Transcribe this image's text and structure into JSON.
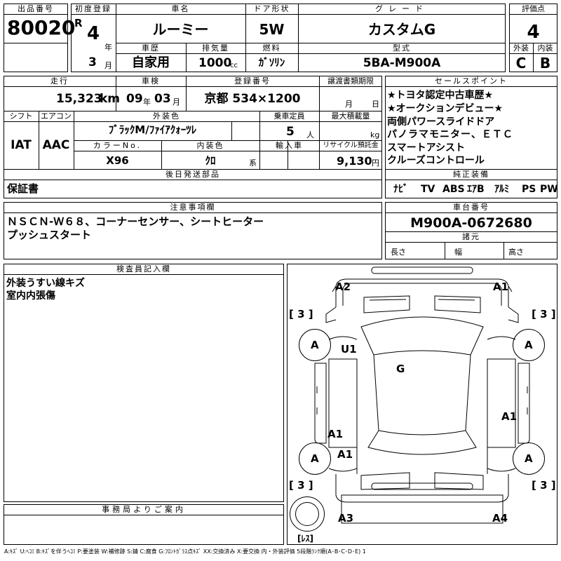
{
  "lot": {
    "label": "出品番号",
    "value": "80020"
  },
  "first_reg": {
    "label": "初度登録",
    "era": "R",
    "year": "4",
    "year_unit": "年",
    "month": "3",
    "month_unit": "月"
  },
  "car_name": {
    "label": "車名",
    "value": "ルーミー"
  },
  "door": {
    "label": "ドア形状",
    "value": "5W"
  },
  "grade": {
    "label": "グレード",
    "value": "カスタムG"
  },
  "score": {
    "label": "評価点",
    "value": "4"
  },
  "history": {
    "label": "車歴",
    "value": "自家用"
  },
  "displacement": {
    "label": "排気量",
    "value": "1000",
    "unit": "cc"
  },
  "fuel": {
    "label": "燃料",
    "value": "ｶﾞｿﾘﾝ"
  },
  "model_code": {
    "label": "型式",
    "value": "5BA-M900A"
  },
  "exterior_score": {
    "label": "外装",
    "value": "C"
  },
  "interior_score": {
    "label": "内装",
    "value": "B"
  },
  "mileage": {
    "label": "走行",
    "value": "15,323",
    "unit": "km"
  },
  "inspection": {
    "label": "車検",
    "year": "09",
    "year_unit": "年",
    "month": "03",
    "month_unit": "月"
  },
  "registration": {
    "label": "登録番号",
    "value": "京都 534×1200"
  },
  "transfer": {
    "label": "譲渡書類期限",
    "month_unit": "月",
    "day_unit": "日"
  },
  "shift": {
    "label": "シフト",
    "value": "IAT"
  },
  "aircon": {
    "label": "エアコン",
    "value": "AAC"
  },
  "ext_color": {
    "label": "外装色",
    "value": "ﾌﾞﾗｯｸM/ﾌｧｲｱｸｫｰﾂﾚ"
  },
  "capacity": {
    "label": "乗車定員",
    "value": "5",
    "unit": "人"
  },
  "max_load": {
    "label": "最大積載量",
    "unit": "kg"
  },
  "color_no": {
    "label": "カラーNo.",
    "value": "X96"
  },
  "int_color": {
    "label": "内装色",
    "value": "ｸﾛ",
    "unit": "系"
  },
  "import": {
    "label": "輸入車"
  },
  "recycle": {
    "label": "リサイクル預託金",
    "value": "9,130",
    "unit": "円"
  },
  "sales_points": {
    "label": "セールスポイント",
    "items": [
      "★トヨタ認定中古車歴★",
      "★オークションデビュー★",
      "両側パワースライドドア",
      "パノラマモニター、ＥＴＣ",
      "スマートアシスト",
      "クルーズコントロール"
    ]
  },
  "later_parts": {
    "label": "後日発送部品",
    "value": "保証書"
  },
  "equipment": {
    "label": "純正装備",
    "items": [
      "ﾅﾋﾞ",
      "TV",
      "ABS",
      "ｴｱB",
      "ｱﾙﾐ",
      "PS",
      "PW"
    ]
  },
  "notes": {
    "label": "注意事項欄",
    "lines": [
      "ＮＳＣＮ-Ｗ６８、コーナーセンサー、シートヒーター",
      "プッシュスタート"
    ]
  },
  "chassis": {
    "label": "車台番号",
    "value": "M900A-0672680"
  },
  "dims": {
    "label": "諸元",
    "length": "長さ",
    "width": "幅",
    "height": "高さ"
  },
  "inspector": {
    "label": "検査員記入欄",
    "lines": [
      "外装うすい線キズ",
      "室内内張傷"
    ]
  },
  "office": {
    "label": "事務局よりご案内"
  },
  "diagram": {
    "marks": {
      "a2": "A2",
      "a1_top": "A1",
      "u1": "U1",
      "g": "G",
      "a1_left": "A1",
      "a1_right": "A1",
      "a1_lower": "A1",
      "a3": "A3",
      "a4": "A4"
    },
    "wheel_mark": "A",
    "tire_depth": "[ 3 ]",
    "spare": "[ﾚｽ]"
  },
  "legend": "A:ｷｽﾞ U:ﾍｺﾐ B:ｷｽﾞを伴うﾍｺﾐ P:要塗装 W:補修跡 S:錆 C:腐食 G:ﾌﾛﾝﾄｶﾞﾗｽ点ｷｽﾞ XX:交換済み X:要交換 内・外装評価 5段階ﾗﾝｸ順(A･B･C･D･E) 1"
}
